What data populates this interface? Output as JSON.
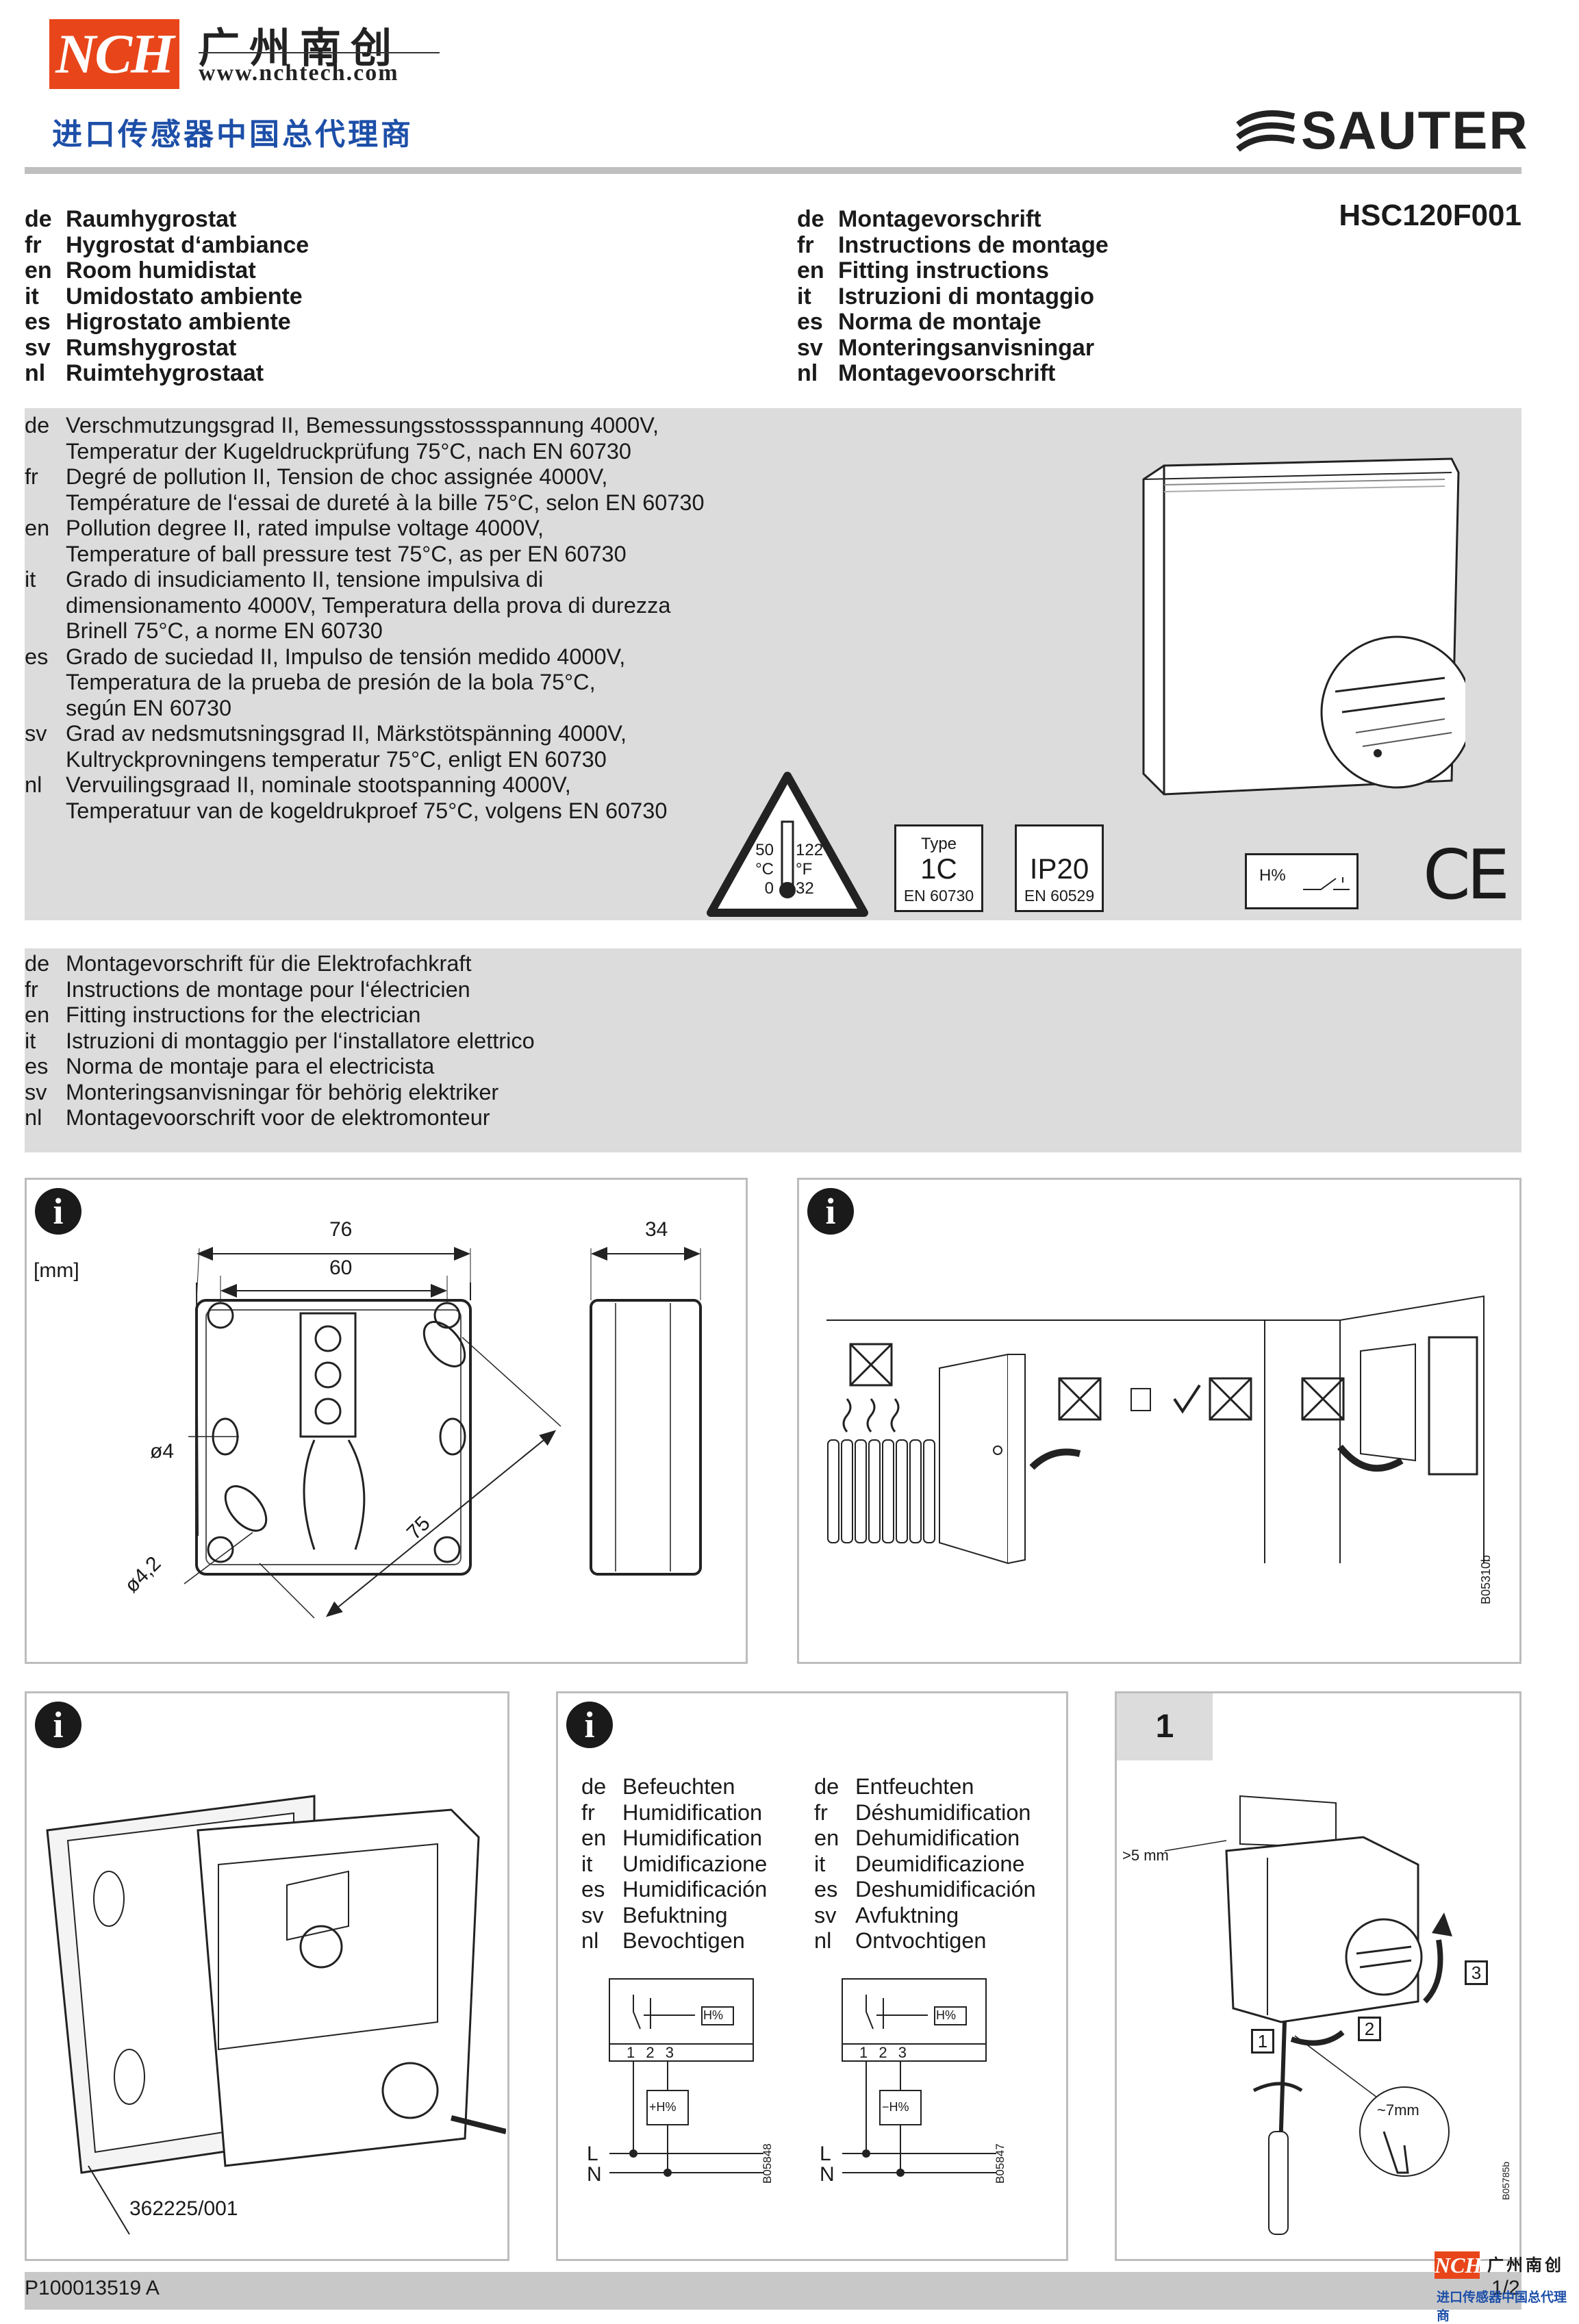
{
  "header": {
    "logo_text": "NCH",
    "logo_cn": "广州南创",
    "logo_url": "www.nchtech.com",
    "logo_subtitle": "进口传感器中国总代理商",
    "brand": "SAUTER",
    "model": "HSC120F001",
    "colors": {
      "nch_red": "#e8461a",
      "nch_blue": "#1d4fa8",
      "panel_grey": "#dcdcdc"
    }
  },
  "titles": [
    {
      "code": "de",
      "text": "Raumhygrostat"
    },
    {
      "code": "fr",
      "text": "Hygrostat d‘ambiance"
    },
    {
      "code": "en",
      "text": "Room humidistat"
    },
    {
      "code": "it",
      "text": "Umidostato ambiente"
    },
    {
      "code": "es",
      "text": "Higrostato ambiente"
    },
    {
      "code": "sv",
      "text": "Rumshygrostat"
    },
    {
      "code": "nl",
      "text": "Ruimtehygrostaat"
    }
  ],
  "doc_types": [
    {
      "code": "de",
      "text": "Montagevorschrift"
    },
    {
      "code": "fr",
      "text": "Instructions de montage"
    },
    {
      "code": "en",
      "text": "Fitting instructions"
    },
    {
      "code": "it",
      "text": "Istruzioni di montaggio"
    },
    {
      "code": "es",
      "text": "Norma de montaje"
    },
    {
      "code": "sv",
      "text": "Monteringsanvisningar"
    },
    {
      "code": "nl",
      "text": "Montagevoorschrift"
    }
  ],
  "specs": [
    {
      "code": "de",
      "lines": [
        "Verschmutzungsgrad II, Bemessungsstossspannung 4000V,",
        "Temperatur der Kugeldruckprüfung 75°C, nach EN 60730"
      ]
    },
    {
      "code": "fr",
      "lines": [
        "Degré de pollution II, Tension de choc assignée 4000V,",
        "Température de l‘essai de dureté à la bille 75°C, selon EN 60730"
      ]
    },
    {
      "code": "en",
      "lines": [
        "Pollution degree II, rated impulse voltage 4000V,",
        "Temperature of ball pressure test 75°C, as per EN 60730"
      ]
    },
    {
      "code": "it",
      "lines": [
        "Grado di insudiciamento II, tensione impulsiva di",
        "dimensionamento 4000V, Temperatura della prova di durezza",
        "Brinell 75°C, a norme EN 60730"
      ]
    },
    {
      "code": "es",
      "lines": [
        "Grado de suciedad II, Impulso de tensión medido 4000V,",
        "Temperatura de la prueba de presión de la bola 75°C,",
        "según EN 60730"
      ]
    },
    {
      "code": "sv",
      "lines": [
        "Grad av nedsmutsningsgrad II, Märkstötspänning 4000V,",
        "Kultryckprovningens temperatur 75°C, enligt EN 60730"
      ]
    },
    {
      "code": "nl",
      "lines": [
        "Vervuilingsgraad II, nominale stootspanning 4000V,",
        "Temperatuur van de kogeldrukproef 75°C, volgens EN 60730"
      ]
    }
  ],
  "symbols": {
    "thermo": {
      "c_max": "50",
      "c_unit": "°C",
      "c_min": "0",
      "f_max": "122",
      "f_unit": "°F",
      "f_min": "32"
    },
    "type_box": {
      "label": "Type",
      "value": "1C",
      "norm": "EN 60730"
    },
    "ip_box": {
      "value": "IP20",
      "norm": "EN 60529"
    },
    "humidity_label": "H%",
    "ce": "CE"
  },
  "electrician": [
    {
      "code": "de",
      "text": "Montagevorschrift für die Elektrofachkraft"
    },
    {
      "code": "fr",
      "text": "Instructions de montage pour l‘électricien"
    },
    {
      "code": "en",
      "text": "Fitting instructions for the electrician"
    },
    {
      "code": "it",
      "text": "Istruzioni di montaggio per l‘installatore elettrico"
    },
    {
      "code": "es",
      "text": "Norma de montaje para el electricista"
    },
    {
      "code": "sv",
      "text": "Monteringsanvisningar för behörig elektriker"
    },
    {
      "code": "nl",
      "text": "Montagevoorschrift voor de elektromonteur"
    }
  ],
  "dimensions": {
    "unit": "[mm]",
    "width": "76",
    "hole_distance": "60",
    "depth": "34",
    "hole_dia": "ø4",
    "slot_dia": "ø4,2",
    "diagonal": "75"
  },
  "placement_code": "B05310b",
  "accessory_code": "362225/001",
  "humidify": [
    {
      "code": "de",
      "text": "Befeuchten"
    },
    {
      "code": "fr",
      "text": "Humidification"
    },
    {
      "code": "en",
      "text": "Humidification"
    },
    {
      "code": "it",
      "text": "Umidificazione"
    },
    {
      "code": "es",
      "text": "Humidificación"
    },
    {
      "code": "sv",
      "text": "Befuktning"
    },
    {
      "code": "nl",
      "text": "Bevochtigen"
    }
  ],
  "dehumidify": [
    {
      "code": "de",
      "text": "Entfeuchten"
    },
    {
      "code": "fr",
      "text": "Déshumidification"
    },
    {
      "code": "en",
      "text": "Dehumidification"
    },
    {
      "code": "it",
      "text": "Deumidificazione"
    },
    {
      "code": "es",
      "text": "Deshumidificación"
    },
    {
      "code": "sv",
      "text": "Avfuktning"
    },
    {
      "code": "nl",
      "text": "Ontvochtigen"
    }
  ],
  "wiring": {
    "terminals": "1 2 3",
    "h_label": "H%",
    "plus_label": "+H%",
    "minus_label": "−H%",
    "l": "L",
    "n": "N",
    "code_left": "B05848",
    "code_right": "B05847"
  },
  "step": {
    "number": "1",
    "gap": ">5 mm",
    "blade": "~7mm",
    "s1": "1",
    "s2": "2",
    "s3": "3",
    "code": "B05785b"
  },
  "footer": {
    "doc_code": "P100013519 A",
    "page": "1/2"
  }
}
